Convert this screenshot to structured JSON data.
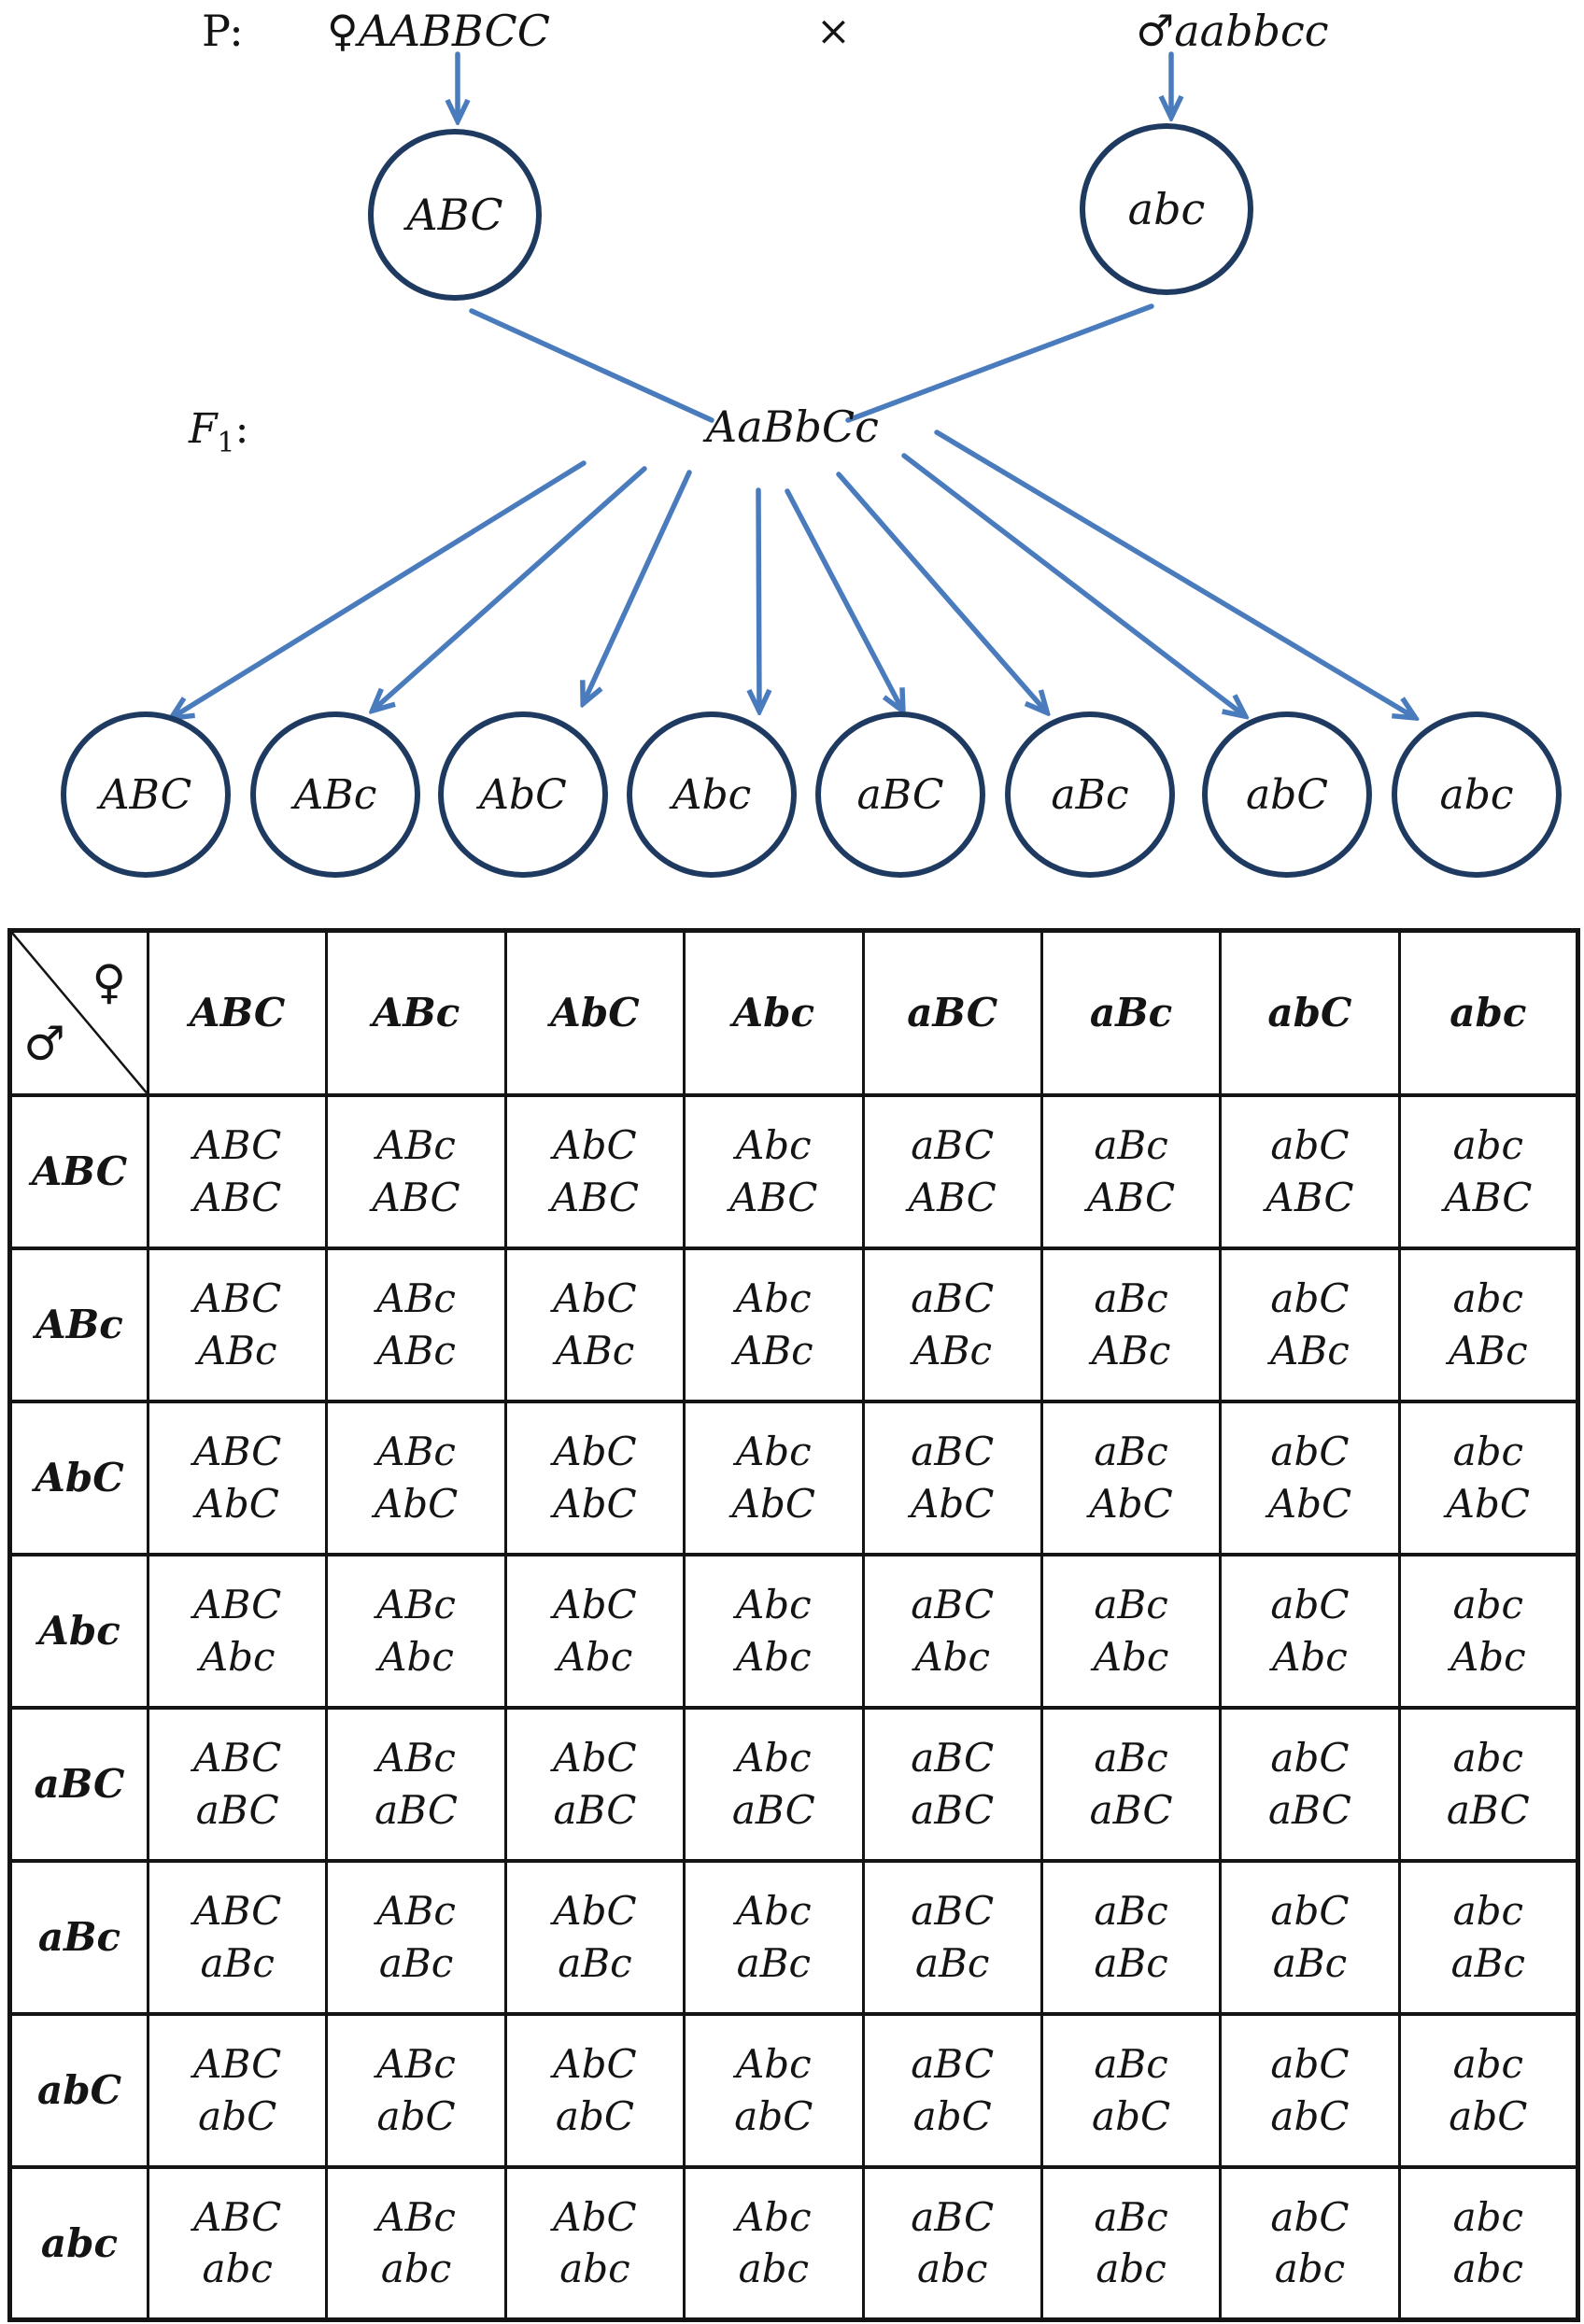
{
  "diagram": {
    "p_label": "P:",
    "female_parent": {
      "symbol": "♀",
      "genotype": "AABBCC"
    },
    "cross_symbol": "×",
    "male_parent": {
      "symbol": "♂",
      "genotype": "aabbcc"
    },
    "female_gamete": "ABC",
    "male_gamete": "abc",
    "f1_label": {
      "base": "F",
      "subscript": "1",
      "colon": ":"
    },
    "f1_genotype": "AaBbCc",
    "f1_gametes": [
      "ABC",
      "ABc",
      "AbC",
      "Abc",
      "aBC",
      "aBc",
      "abC",
      "abc"
    ]
  },
  "punnett": {
    "corner": {
      "female_symbol": "♀",
      "male_symbol": "♂"
    },
    "columns": [
      "ABC",
      "ABc",
      "AbC",
      "Abc",
      "aBC",
      "aBc",
      "abC",
      "abc"
    ],
    "rows": [
      {
        "header": "ABC",
        "cells": [
          [
            "ABC",
            "ABC"
          ],
          [
            "ABc",
            "ABC"
          ],
          [
            "AbC",
            "ABC"
          ],
          [
            "Abc",
            "ABC"
          ],
          [
            "aBC",
            "ABC"
          ],
          [
            "aBc",
            "ABC"
          ],
          [
            "abC",
            "ABC"
          ],
          [
            "abc",
            "ABC"
          ]
        ]
      },
      {
        "header": "ABc",
        "cells": [
          [
            "ABC",
            "ABc"
          ],
          [
            "ABc",
            "ABc"
          ],
          [
            "AbC",
            "ABc"
          ],
          [
            "Abc",
            "ABc"
          ],
          [
            "aBC",
            "ABc"
          ],
          [
            "aBc",
            "ABc"
          ],
          [
            "abC",
            "ABc"
          ],
          [
            "abc",
            "ABc"
          ]
        ]
      },
      {
        "header": "AbC",
        "cells": [
          [
            "ABC",
            "AbC"
          ],
          [
            "ABc",
            "AbC"
          ],
          [
            "AbC",
            "AbC"
          ],
          [
            "Abc",
            "AbC"
          ],
          [
            "aBC",
            "AbC"
          ],
          [
            "aBc",
            "AbC"
          ],
          [
            "abC",
            "AbC"
          ],
          [
            "abc",
            "AbC"
          ]
        ]
      },
      {
        "header": "Abc",
        "cells": [
          [
            "ABC",
            "Abc"
          ],
          [
            "ABc",
            "Abc"
          ],
          [
            "AbC",
            "Abc"
          ],
          [
            "Abc",
            "Abc"
          ],
          [
            "aBC",
            "Abc"
          ],
          [
            "aBc",
            "Abc"
          ],
          [
            "abC",
            "Abc"
          ],
          [
            "abc",
            "Abc"
          ]
        ]
      },
      {
        "header": "aBC",
        "cells": [
          [
            "ABC",
            "aBC"
          ],
          [
            "ABc",
            "aBC"
          ],
          [
            "AbC",
            "aBC"
          ],
          [
            "Abc",
            "aBC"
          ],
          [
            "aBC",
            "aBC"
          ],
          [
            "aBc",
            "aBC"
          ],
          [
            "abC",
            "aBC"
          ],
          [
            "abc",
            "aBC"
          ]
        ]
      },
      {
        "header": "aBc",
        "cells": [
          [
            "ABC",
            "aBc"
          ],
          [
            "ABc",
            "aBc"
          ],
          [
            "AbC",
            "aBc"
          ],
          [
            "Abc",
            "aBc"
          ],
          [
            "aBC",
            "aBc"
          ],
          [
            "aBc",
            "aBc"
          ],
          [
            "abC",
            "aBc"
          ],
          [
            "abc",
            "aBc"
          ]
        ]
      },
      {
        "header": "abC",
        "cells": [
          [
            "ABC",
            "abC"
          ],
          [
            "ABc",
            "abC"
          ],
          [
            "AbC",
            "abC"
          ],
          [
            "Abc",
            "abC"
          ],
          [
            "aBC",
            "abC"
          ],
          [
            "aBc",
            "abC"
          ],
          [
            "abC",
            "abC"
          ],
          [
            "abc",
            "abC"
          ]
        ]
      },
      {
        "header": "abc",
        "cells": [
          [
            "ABC",
            "abc"
          ],
          [
            "ABc",
            "abc"
          ],
          [
            "AbC",
            "abc"
          ],
          [
            "Abc",
            "abc"
          ],
          [
            "aBC",
            "abc"
          ],
          [
            "aBc",
            "abc"
          ],
          [
            "abC",
            "abc"
          ],
          [
            "abc",
            "abc"
          ]
        ]
      }
    ]
  },
  "colors": {
    "circle_border": "#1f3a60",
    "arrow": "#4a7cbd",
    "table_border": "#141414",
    "text": "#141414"
  }
}
